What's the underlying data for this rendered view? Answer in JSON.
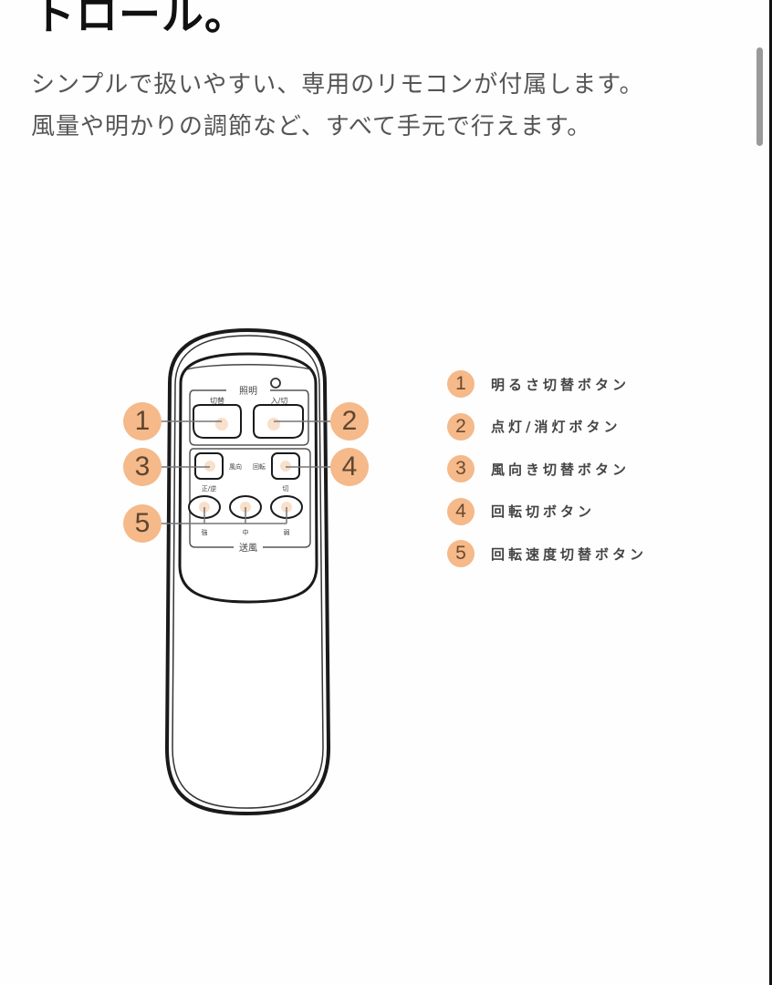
{
  "header": {
    "title": "トロール。"
  },
  "description": {
    "lines": [
      "シンプルで扱いやすい、専用のリモコンが付属します。",
      "風量や明かりの調節など、すべて手元で行えます。"
    ]
  },
  "remote": {
    "section_light": "照明",
    "label_switch": "切替",
    "label_on_off": "入/切",
    "label_wind_dir": "風向",
    "label_rotate": "回転",
    "label_fwd_rev": "正/逆",
    "label_off": "切",
    "label_strong": "強",
    "label_mid": "中",
    "label_weak": "弱",
    "section_fan": "送風"
  },
  "callouts": [
    "1",
    "2",
    "3",
    "4",
    "5"
  ],
  "legend": {
    "items": [
      {
        "num": "1",
        "label": "明るさ切替ボタン"
      },
      {
        "num": "2",
        "label": "点灯/消灯ボタン"
      },
      {
        "num": "3",
        "label": "風向き切替ボタン"
      },
      {
        "num": "4",
        "label": "回転切ボタン"
      },
      {
        "num": "5",
        "label": "回転速度切替ボタン"
      }
    ]
  },
  "colors": {
    "accent": "#f5b98a",
    "text_dark": "#111111",
    "text_muted": "#555555"
  }
}
